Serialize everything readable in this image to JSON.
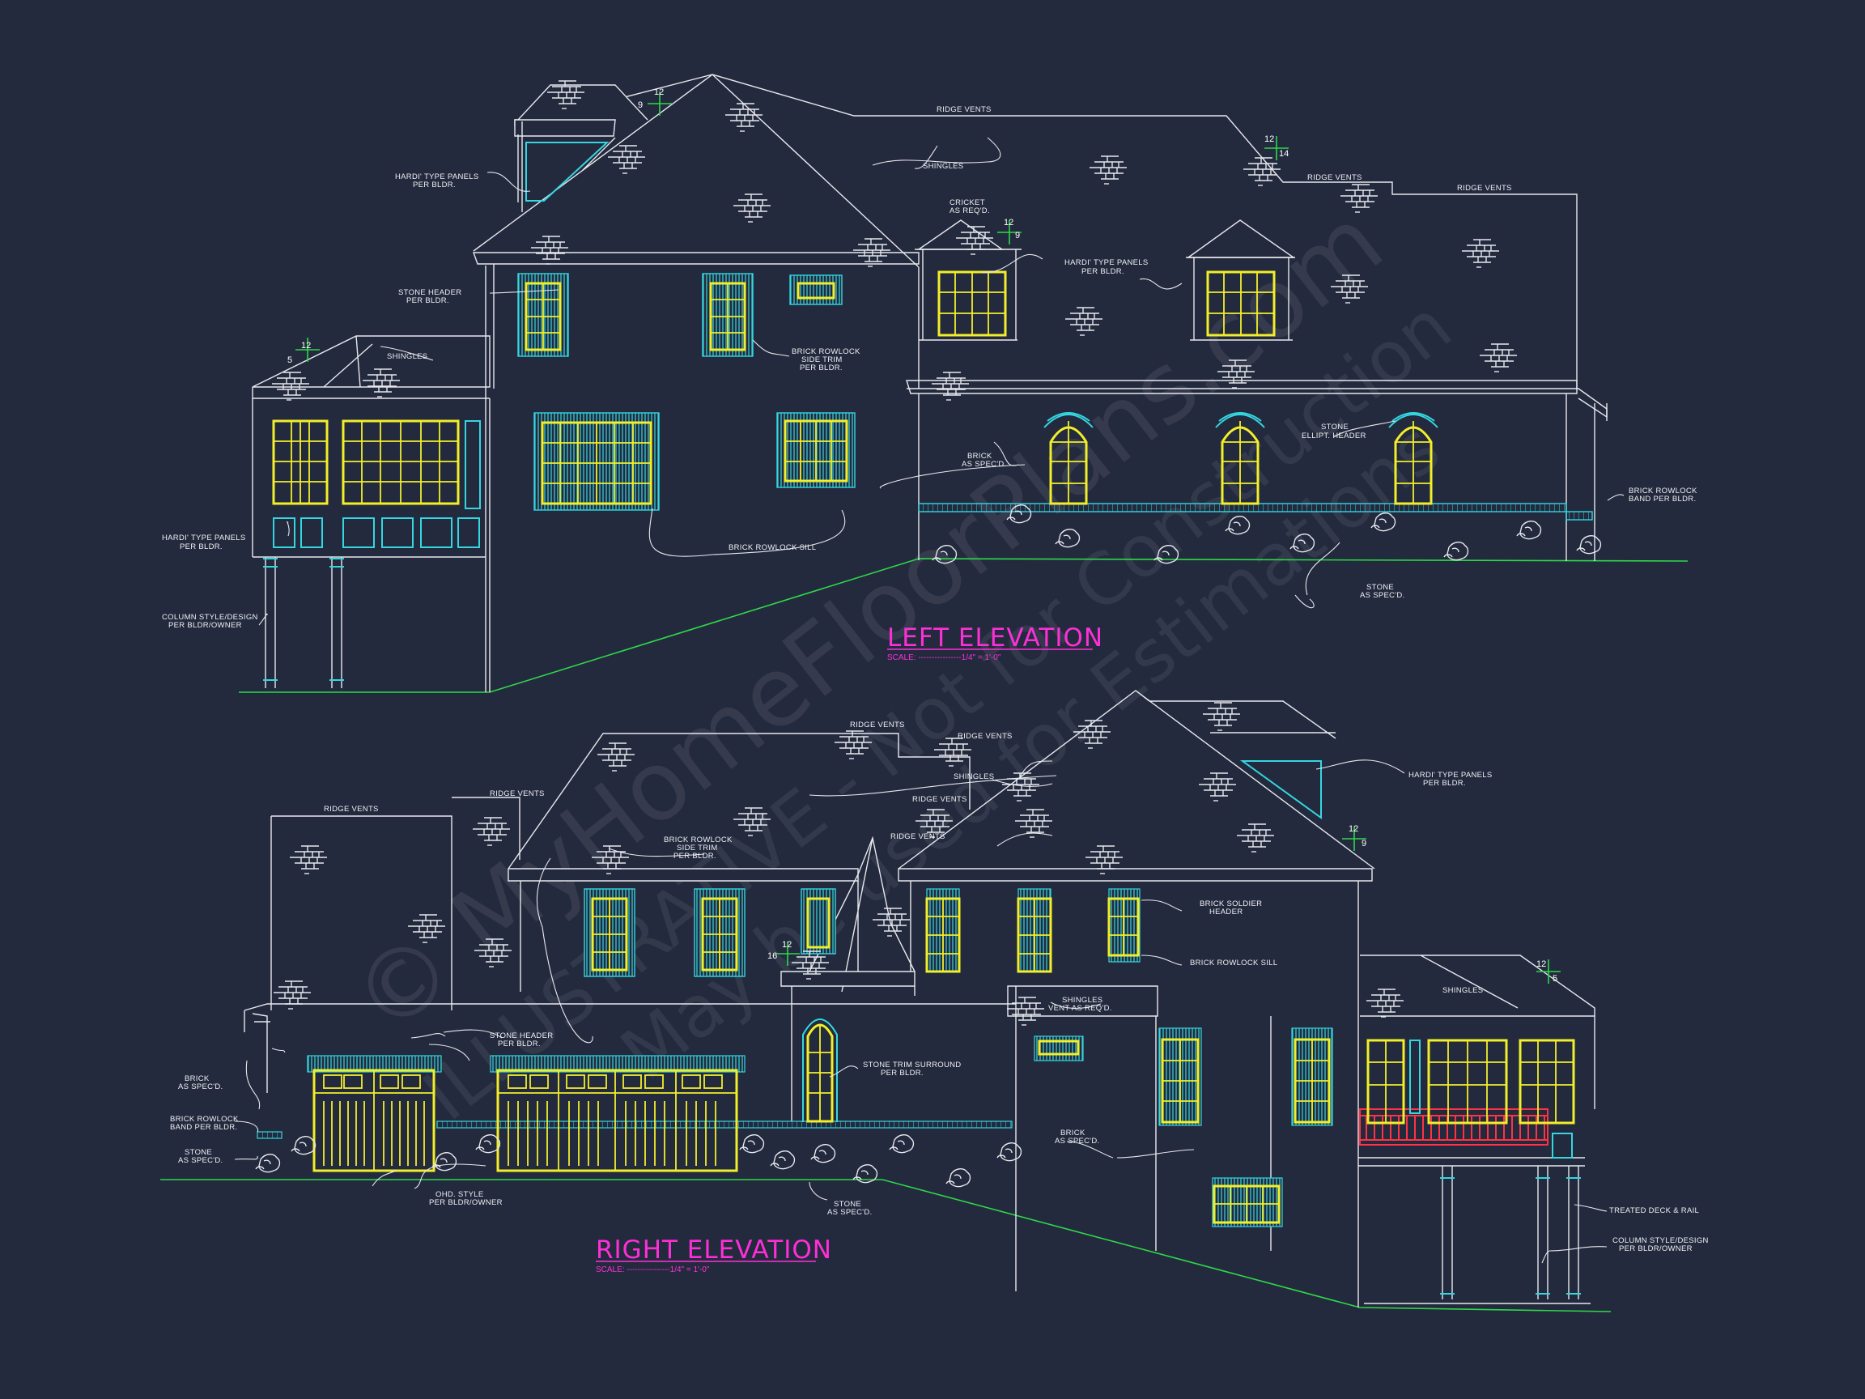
{
  "drawing": {
    "left_title": "LEFT ELEVATION",
    "left_scale": "SCALE: ----------------1/4\" = 1'-0\"",
    "right_title": "RIGHT ELEVATION",
    "right_scale": "SCALE: ----------------1/4\" = 1'-0\""
  },
  "colors": {
    "background": "#232a3d",
    "linework": "#e8e8ee",
    "trim": "#35d6e0",
    "windows": "#f2ee2a",
    "grade_line": "#2ed84a",
    "title": "#ff2fd8",
    "deck_rail": "#ff3344"
  },
  "watermark": {
    "line1": "© MyHomeFloorPlans.com",
    "line2": "ILLUSTRATIVE - Not for Construction",
    "line3": "May be used for Estimations"
  },
  "left_notes": {
    "ridge_vents_1": "RIDGE VENTS",
    "ridge_vents_2": "RIDGE VENTS",
    "ridge_vents_3": "RIDGE VENTS",
    "shingles_1": "SHINGLES",
    "shingles_2": "SHINGLES",
    "hardi_top": [
      "HARDI' TYPE PANELS",
      "PER BLDR."
    ],
    "cricket": [
      "CRICKET",
      "AS REQ'D."
    ],
    "hardi_dormer": [
      "HARDI' TYPE PANELS",
      "PER BLDR."
    ],
    "stone_header": [
      "STONE HEADER",
      "PER BLDR."
    ],
    "brick_rowlock_side": [
      "BRICK ROWLOCK",
      "SIDE TRIM",
      "PER BLDR."
    ],
    "brick_spec": [
      "BRICK",
      "AS SPEC'D."
    ],
    "stone_ellipt": [
      "STONE",
      "ELLIPT. HEADER"
    ],
    "brick_rowlock_band": [
      "BRICK ROWLOCK",
      "BAND PER BLDR."
    ],
    "hardi_lower": [
      "HARDI' TYPE PANELS",
      "PER BLDR."
    ],
    "brick_rowlock_sill": "BRICK ROWLOCK SILL",
    "column_style": [
      "COLUMN STYLE/DESIGN",
      "PER BLDR/OWNER"
    ],
    "stone_spec": [
      "STONE",
      "AS SPEC'D."
    ]
  },
  "right_notes": {
    "ridge_vents_1": "RIDGE VENTS",
    "ridge_vents_2": "RIDGE VENTS",
    "ridge_vents_3": "RIDGE VENTS",
    "ridge_vents_4": "RIDGE VENTS",
    "ridge_vents_5": "RIDGE VENTS",
    "ridge_vents_6": "RIDGE VENTS",
    "shingles_1": "SHINGLES",
    "shingles_2": "SHINGLES",
    "hardi": [
      "HARDI' TYPE PANELS",
      "PER BLDR."
    ],
    "brick_rowlock_side": [
      "BRICK ROWLOCK",
      "SIDE TRIM",
      "PER BLDR."
    ],
    "brick_soldier": [
      "BRICK SOLDIER",
      "HEADER"
    ],
    "brick_rowlock_sill": "BRICK ROWLOCK SILL",
    "shingles_vent": [
      "SHINGLES",
      "VENT AS REQ'D."
    ],
    "brick_spec_left": [
      "BRICK",
      "AS SPEC'D."
    ],
    "stone_header": [
      "STONE HEADER",
      "PER BLDR."
    ],
    "brick_rowlock_band": [
      "BRICK ROWLOCK",
      "BAND PER BLDR."
    ],
    "stone_spec_left": [
      "STONE",
      "AS SPEC'D."
    ],
    "stone_trim": [
      "STONE TRIM SURROUND",
      "PER BLDR."
    ],
    "brick_spec_right": [
      "BRICK",
      "AS SPEC'D."
    ],
    "ohd_style": [
      "OHD. STYLE",
      "PER BLDR/OWNER"
    ],
    "stone_spec_mid": [
      "STONE",
      "AS SPEC'D."
    ],
    "treated_deck": "TREATED DECK & RAIL",
    "column_style": [
      "COLUMN STYLE/DESIGN",
      "PER BLDR/OWNER"
    ]
  },
  "pitches": {
    "left_main": [
      "12",
      "9"
    ],
    "left_upper": [
      "12",
      "14"
    ],
    "left_dormer": [
      "12",
      "9"
    ],
    "left_porch": [
      "12",
      "5"
    ],
    "right_gable": [
      "12",
      "9"
    ],
    "right_tower": [
      "12",
      "16"
    ],
    "right_porch": [
      "12",
      "5"
    ]
  }
}
